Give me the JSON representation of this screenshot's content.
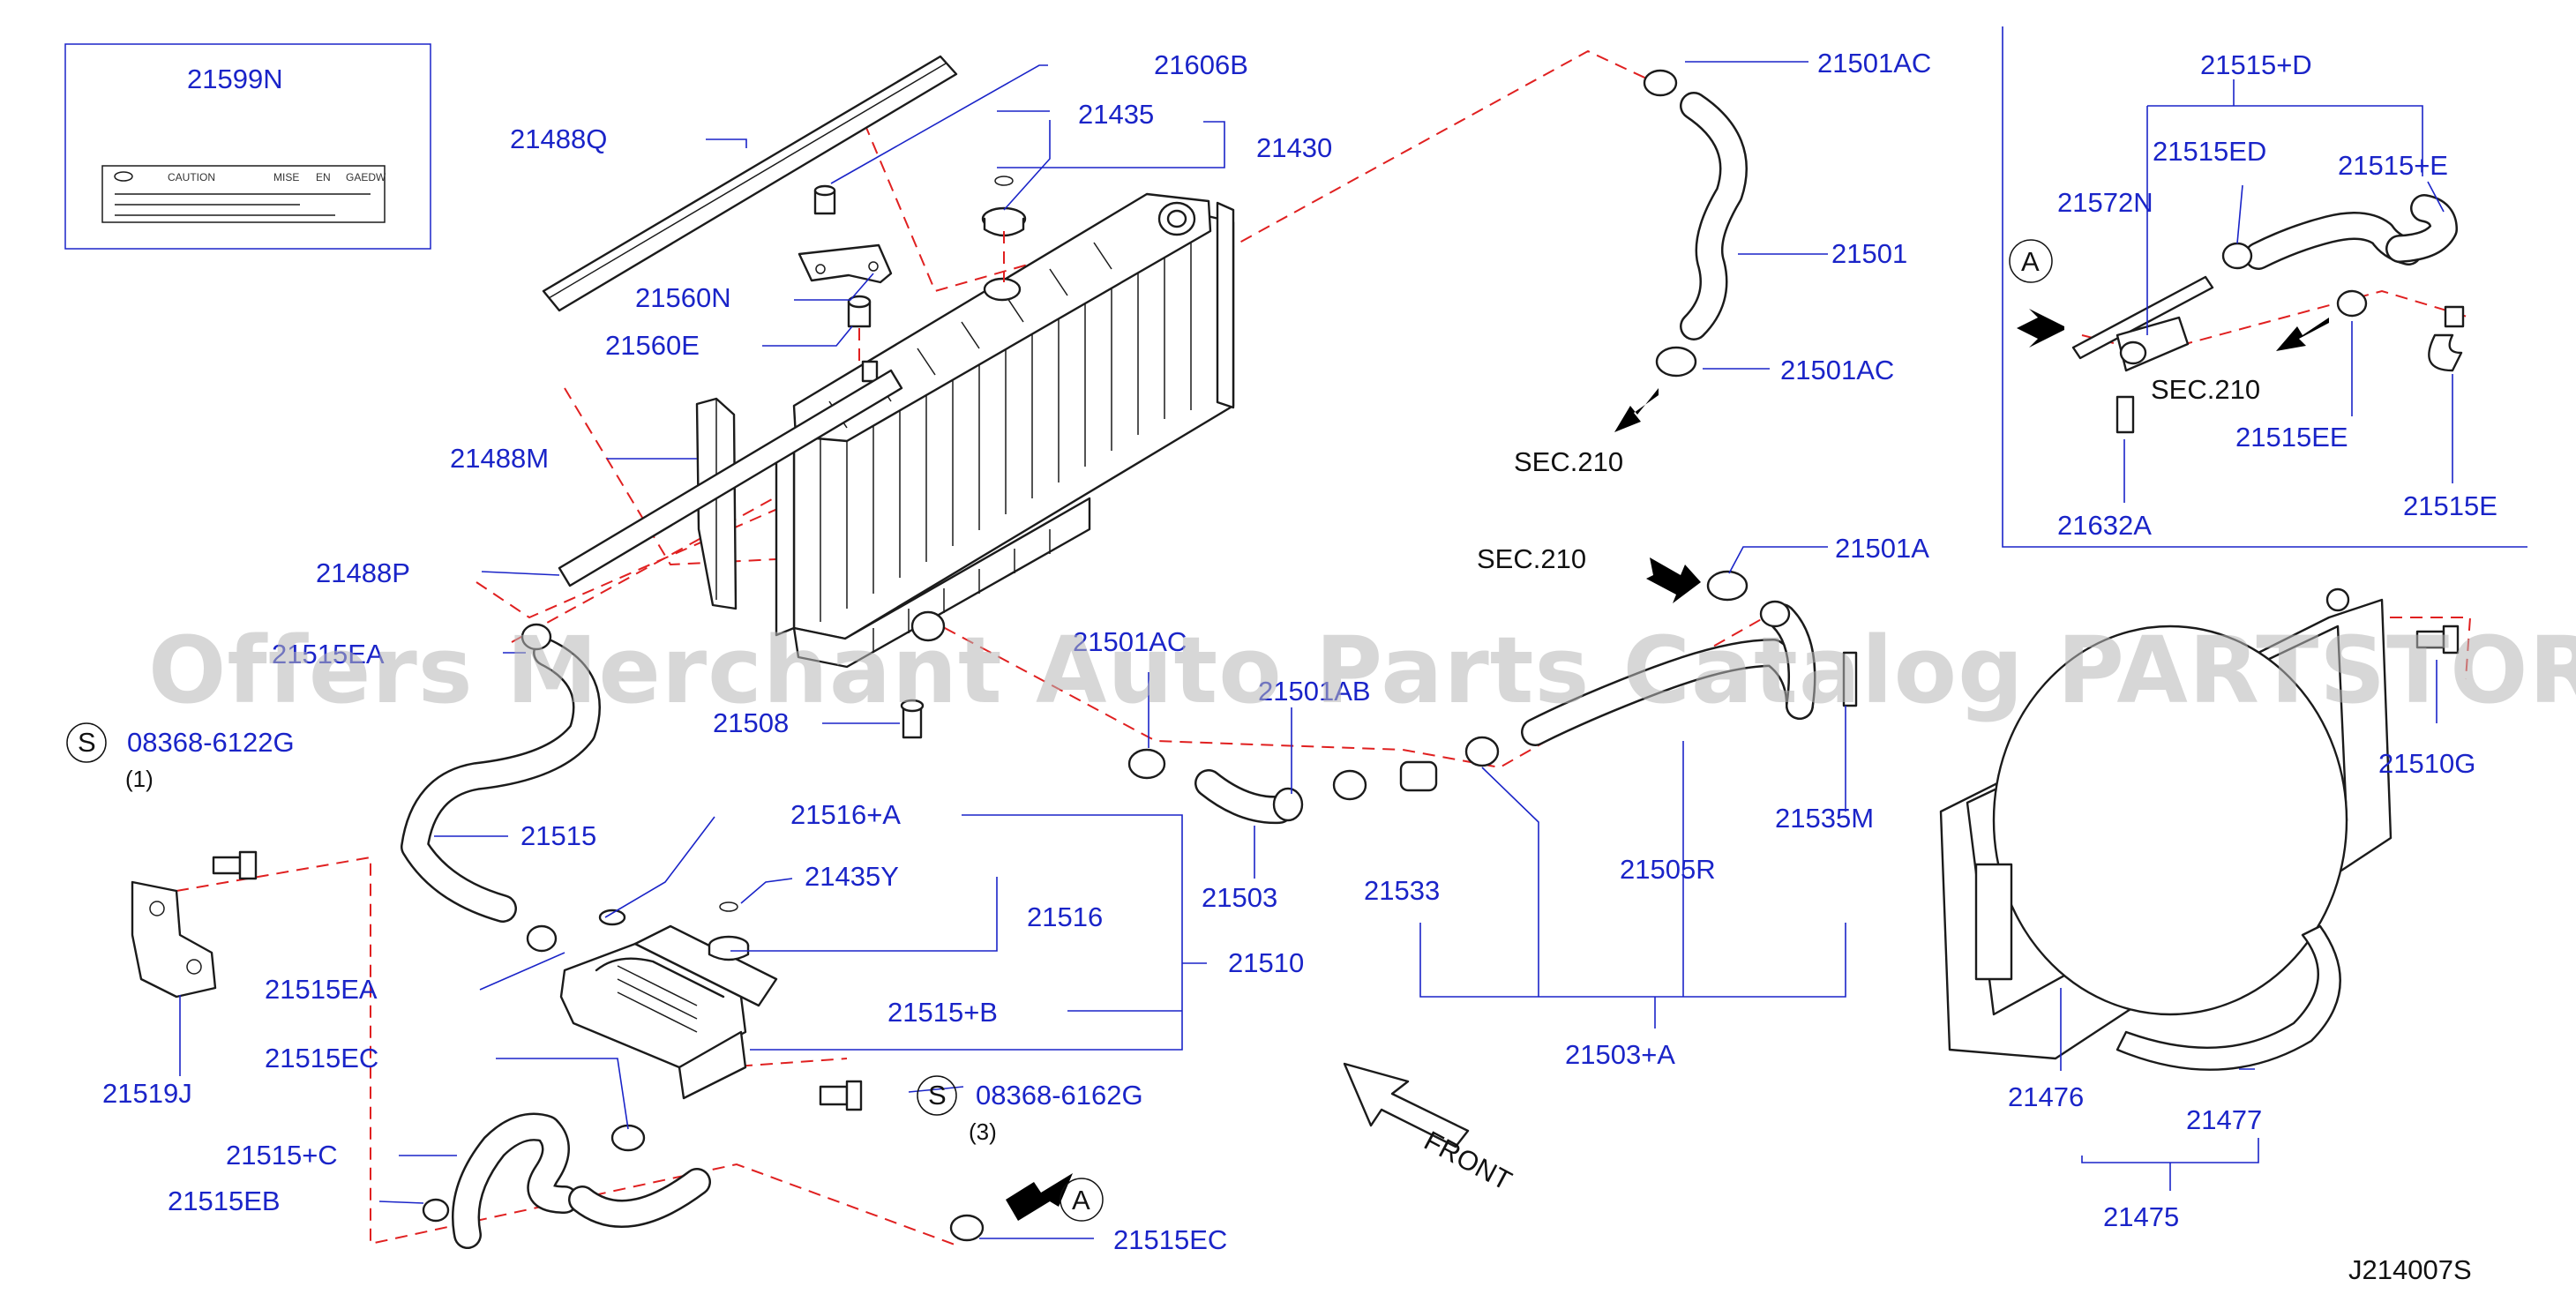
{
  "watermark": "Offers Merchant Auto Parts Catalog PARTSTORE.SA",
  "diagram_code": "J214007S",
  "front_label": "FRONT",
  "label_box": {
    "part_no": "21599N",
    "caution": "CAUTION",
    "mise": "MISE",
    "en": "EN",
    "gaedw": "GAEDW"
  },
  "labels": {
    "p21606B": "21606B",
    "p21488Q": "21488Q",
    "p21435": "21435",
    "p21430": "21430",
    "p21560N": "21560N",
    "p21560E": "21560E",
    "p21488M": "21488M",
    "p21488P": "21488P",
    "p21515EA_top": "21515EA",
    "p21508": "21508",
    "p21501AC_mid": "21501AC",
    "p21501AB": "21501AB",
    "p21501AC_top": "21501AC",
    "p21501": "21501",
    "p21501AC_low": "21501AC",
    "sec210_top": "SEC.210",
    "sec210_mid": "SEC.210",
    "p21501A": "21501A",
    "bolt1": "08368-6122G",
    "bolt1_qty": "(1)",
    "p21515": "21515",
    "p21519J": "21519J",
    "p21515EA_low": "21515EA",
    "p21516A": "21516+A",
    "p21435Y": "21435Y",
    "p21516": "21516",
    "p21510": "21510",
    "p21515B": "21515+B",
    "p21503": "21503",
    "p21533": "21533",
    "p21505R": "21505R",
    "p21535M": "21535M",
    "p21503A": "21503+A",
    "p21515EC_top": "21515EC",
    "bolt2": "08368-6162G",
    "bolt2_qty": "(3)",
    "p21515C": "21515+C",
    "p21515EB": "21515EB",
    "p21515EC_low": "21515EC",
    "inset_21515D": "21515+D",
    "inset_21515ED": "21515ED",
    "inset_21515E_plus": "21515+E",
    "inset_21572N": "21572N",
    "inset_sec210": "SEC.210",
    "inset_21515EE": "21515EE",
    "inset_21632A": "21632A",
    "inset_21515E": "21515E",
    "p21510G": "21510G",
    "p21476": "21476",
    "p21477": "21477",
    "p21475": "21475",
    "callout_s": "S",
    "callout_a": "A"
  },
  "colors": {
    "label_blue": "#1a24c8",
    "dashed_red": "#e02020",
    "line_black": "#1b1b1b",
    "watermark_gray": "#b8b8b8"
  }
}
